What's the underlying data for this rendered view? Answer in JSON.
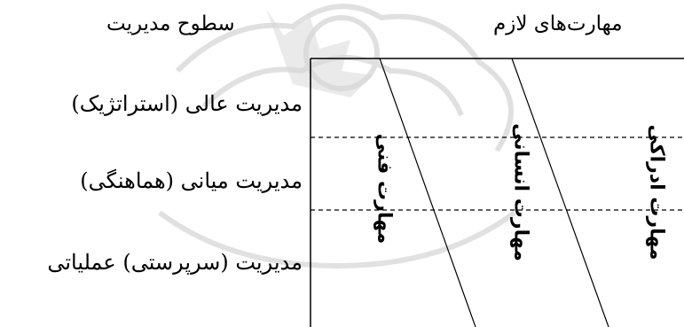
{
  "diagram": {
    "header": {
      "levels_title": "سطوح مدیریت",
      "skills_title": "مهارت‌های لازم"
    },
    "levels": [
      "مدیریت عالی (استراتژیک)",
      "مدیریت میانی (هماهنگی)",
      "مدیریت (سرپرستی) عملیاتی"
    ],
    "skills": [
      "مهارت فنی",
      "مهارت انسانی",
      "مهارت ادراکی"
    ]
  },
  "colors": {
    "line": "#000000",
    "watermark": "#bcbcbc"
  }
}
